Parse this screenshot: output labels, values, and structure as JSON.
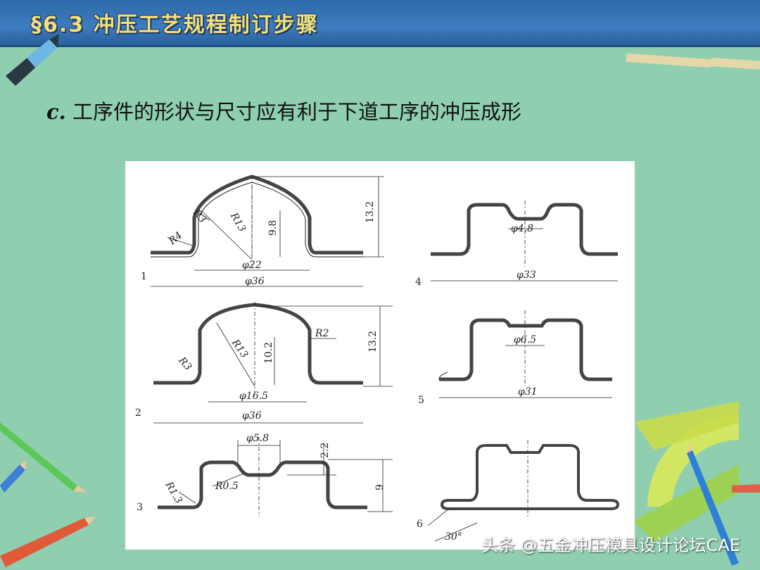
{
  "header": {
    "title": "§6.3 冲压工艺规程制订步骤"
  },
  "content": {
    "item_letter": "c.",
    "item_text": "工序件的形状与尺寸应有利于下道工序的冲压成形"
  },
  "figure": {
    "labels": {
      "n1": "1",
      "n2": "2",
      "n3": "3",
      "n4": "4",
      "n5": "5",
      "n6": "6",
      "d22": "φ22",
      "d36a": "φ36",
      "r3a": "R3",
      "r4": "R4",
      "r13a": "R13",
      "h98": "9.8",
      "h132a": "13.2",
      "d165": "φ16.5",
      "d36b": "φ36",
      "r3b": "R3",
      "r13b": "R13",
      "r2": "R2",
      "h102": "10.2",
      "h132b": "13.2",
      "d58": "φ5.8",
      "r13c": "R1.3",
      "r05": "R0.5",
      "h22": "2.2",
      "h9": "9",
      "d48": "φ4.8",
      "d33": "φ33",
      "d65": "φ6.5",
      "d31": "φ31",
      "a30": "30°"
    }
  },
  "watermark": {
    "text": "头条 @五金冲压模具设计论坛CAE"
  },
  "colors": {
    "background": "#8fcfb0",
    "header": "#3d7cc0",
    "title": "#f4e07a"
  }
}
